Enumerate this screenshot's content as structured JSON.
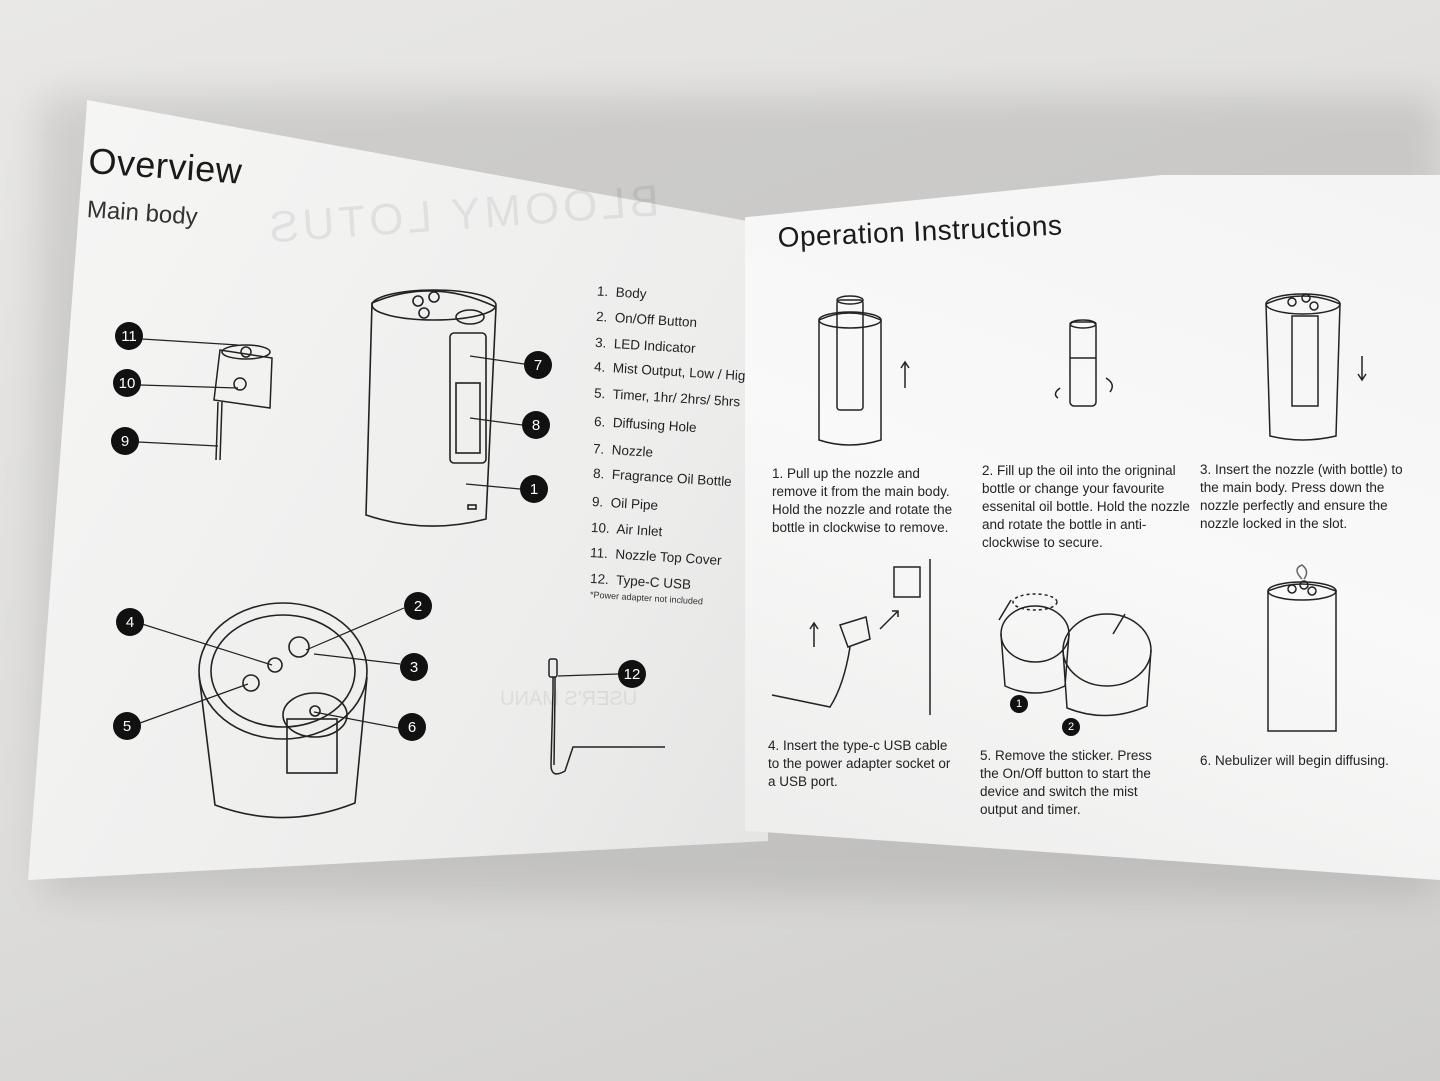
{
  "left_page": {
    "title": "Overview",
    "subtitle": "Main body",
    "parts": [
      {
        "num": "1.",
        "label": "Body"
      },
      {
        "num": "2.",
        "label": "On/Off Button"
      },
      {
        "num": "3.",
        "label": "LED Indicator"
      },
      {
        "num": "4.",
        "label": "Mist Output, Low / High"
      },
      {
        "num": "5.",
        "label": "Timer, 1hr/ 2hrs/ 5hrs"
      },
      {
        "num": "6.",
        "label": "Diffusing Hole"
      },
      {
        "num": "7.",
        "label": "Nozzle"
      },
      {
        "num": "8.",
        "label": "Fragrance Oil Bottle"
      },
      {
        "num": "9.",
        "label": "Oil Pipe"
      },
      {
        "num": "10.",
        "label": "Air Inlet"
      },
      {
        "num": "11.",
        "label": "Nozzle Top Cover"
      },
      {
        "num": "12.",
        "label": "Type-C USB"
      }
    ],
    "footnote": "*Power adapter not included",
    "callouts": [
      "11",
      "10",
      "9",
      "7",
      "8",
      "1",
      "4",
      "2",
      "3",
      "5",
      "6",
      "12"
    ],
    "showthrough_text": "BLOOMY LOTUS",
    "showthrough_text_2": "USER'S MANU"
  },
  "right_page": {
    "title": "Operation Instructions",
    "steps": [
      {
        "num": "1.",
        "text": "Pull up the nozzle and remove it from the main body. Hold the nozzle and rotate the bottle in clockwise to remove."
      },
      {
        "num": "2.",
        "text": "Fill up the oil into the origninal bottle or change your favourite essenital oil bottle. Hold the nozzle and rotate the bottle in anti-clockwise to secure."
      },
      {
        "num": "3.",
        "text": "Insert the nozzle (with bottle) to the main body. Press down the nozzle perfectly and ensure the nozzle locked in the slot."
      },
      {
        "num": "4.",
        "text": "Insert the type-c USB cable to the power adapter socket or a USB port."
      },
      {
        "num": "5.",
        "text": "Remove the sticker. Press the On/Off button to start the device and switch the mist output and timer."
      },
      {
        "num": "6.",
        "text": "Nebulizer will begin diffusing."
      }
    ],
    "step5_markers": [
      "1",
      "2"
    ]
  }
}
